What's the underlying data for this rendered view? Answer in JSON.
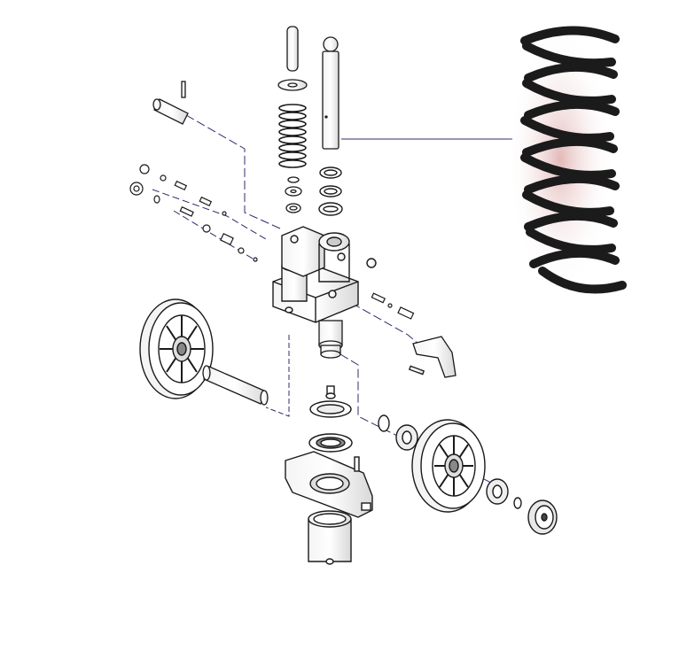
{
  "diagram": {
    "type": "exploded-assembly",
    "line_color": "#1a1a1a",
    "leader_color": "#2c2c6e",
    "background": "#ffffff",
    "spring_photo_color": "#1b1b1b",
    "spring_shadow_color": "#e9c9c9",
    "parts": [
      {
        "name": "pump-piston-rod"
      },
      {
        "name": "pump-spring"
      },
      {
        "name": "push-rod"
      },
      {
        "name": "pivot-pin"
      },
      {
        "name": "valve-screws"
      },
      {
        "name": "seal-rings"
      },
      {
        "name": "pump-body"
      },
      {
        "name": "steer-wheel-left"
      },
      {
        "name": "axle"
      },
      {
        "name": "handle-lever"
      },
      {
        "name": "bearing-race"
      },
      {
        "name": "wheel-fork"
      },
      {
        "name": "steer-wheel-right"
      },
      {
        "name": "hub-cap"
      },
      {
        "name": "sleeve"
      },
      {
        "name": "coil-spring-photo"
      }
    ]
  }
}
